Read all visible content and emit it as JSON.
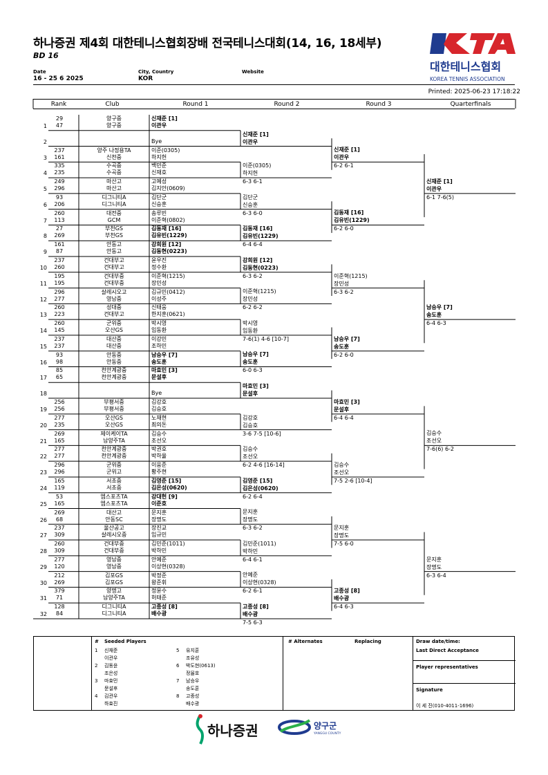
{
  "header": {
    "title": "하나증권 제4회 대한테니스협회장배 전국테니스대회(14, 16, 18세부)",
    "subtitle": "BD 16",
    "date_label": "Date",
    "date_value": "16 - 25 6 2025",
    "city_label": "City, Country",
    "city_value": "KOR",
    "website_label": "Website",
    "printed": "Printed: 2025-06-23 17:18:22",
    "logo_mark": "KTA",
    "logo_name": "대한테니스협회",
    "logo_sub": "KOREA TENNIS ASSOCIATION"
  },
  "columns": [
    "Rank",
    "Club",
    "Round 1",
    "Round 2",
    "Round 3",
    "Quarterfinals"
  ],
  "entries": [
    {
      "num": "1",
      "r1": "29",
      "c1": "양구중",
      "p1": "신재준 [1]",
      "r2": "47",
      "c2": "양구중",
      "p2": "이관우",
      "bold": true
    },
    {
      "num": "2",
      "r1": "",
      "c1": "",
      "p1": "",
      "r2": "",
      "c2": "",
      "p2": "Bye",
      "bold": false
    },
    {
      "num": "3",
      "r1": "237",
      "c1": "양주 나정용TA",
      "p1": "이준(0305)",
      "r2": "161",
      "c2": "신천중",
      "p2": "하지헌",
      "bold": false
    },
    {
      "num": "4",
      "r1": "335",
      "c1": "수곡중",
      "p1": "백민준",
      "r2": "235",
      "c2": "수곡중",
      "p2": "신재호",
      "bold": false
    },
    {
      "num": "5",
      "r1": "249",
      "c1": "마산고",
      "p1": "고예성",
      "r2": "296",
      "c2": "마산고",
      "p2": "김지안(0609)",
      "bold": false
    },
    {
      "num": "6",
      "r1": "93",
      "c1": "디그니티A",
      "p1": "김단군",
      "r2": "206",
      "c2": "디그니티A",
      "p2": "신승훈",
      "bold": false
    },
    {
      "num": "7",
      "r1": "260",
      "c1": "대전중",
      "p1": "송루빈",
      "r2": "113",
      "c2": "GCM",
      "p2": "이준혁(0802)",
      "bold": false
    },
    {
      "num": "8",
      "r1": "27",
      "c1": "부천GS",
      "p1": "김동재 [16]",
      "r2": "269",
      "c2": "부천GS",
      "p2": "김유빈(1229)",
      "bold": true
    },
    {
      "num": "9",
      "r1": "161",
      "c1": "안동고",
      "p1": "강희원 [12]",
      "r2": "87",
      "c2": "안동고",
      "p2": "김동현(0223)",
      "bold": true
    },
    {
      "num": "10",
      "r1": "237",
      "c1": "건대부고",
      "p1": "윤우진",
      "r2": "260",
      "c2": "건대부고",
      "p2": "정수환",
      "bold": false
    },
    {
      "num": "11",
      "r1": "195",
      "c1": "건대부중",
      "p1": "이준혁(1215)",
      "r2": "195",
      "c2": "건대부중",
      "p2": "장민성",
      "bold": false
    },
    {
      "num": "12",
      "r1": "296",
      "c1": "살레시오고",
      "p1": "김규민(0412)",
      "r2": "277",
      "c2": "영남중",
      "p2": "이성주",
      "bold": false
    },
    {
      "num": "13",
      "r1": "260",
      "c1": "성대중",
      "p1": "신태웅",
      "r2": "223",
      "c2": "건대부고",
      "p2": "한지훈(0621)",
      "bold": false
    },
    {
      "num": "14",
      "r1": "260",
      "c1": "군위중",
      "p1": "박시영",
      "r2": "145",
      "c2": "오산GS",
      "p2": "임동환",
      "bold": false
    },
    {
      "num": "15",
      "r1": "237",
      "c1": "대산중",
      "p1": "이강민",
      "r2": "237",
      "c2": "대산중",
      "p2": "조하민",
      "bold": false
    },
    {
      "num": "16",
      "r1": "93",
      "c1": "안동중",
      "p1": "남승우 [7]",
      "r2": "98",
      "c2": "안동중",
      "p2": "송도훈",
      "bold": true
    },
    {
      "num": "17",
      "r1": "85",
      "c1": "천안계광중",
      "p1": "마효민 [3]",
      "r2": "65",
      "c2": "천안계광중",
      "p2": "문설후",
      "bold": true
    },
    {
      "num": "18",
      "r1": "",
      "c1": "",
      "p1": "",
      "r2": "",
      "c2": "",
      "p2": "Bye",
      "bold": false
    },
    {
      "num": "19",
      "r1": "256",
      "c1": "부평서중",
      "p1": "김강호",
      "r2": "256",
      "c2": "부평서중",
      "p2": "김승호",
      "bold": false
    },
    {
      "num": "20",
      "r1": "277",
      "c1": "오산GS",
      "p1": "노재현",
      "r2": "235",
      "c2": "오산GS",
      "p2": "최의돈",
      "bold": false
    },
    {
      "num": "21",
      "r1": "269",
      "c1": "제이케이TA",
      "p1": "김승수",
      "r2": "165",
      "c2": "남양주TA",
      "p2": "조선오",
      "bold": false
    },
    {
      "num": "22",
      "r1": "277",
      "c1": "천안계광중",
      "p1": "박권호",
      "r2": "277",
      "c2": "천안계광중",
      "p2": "박하율",
      "bold": false
    },
    {
      "num": "23",
      "r1": "296",
      "c1": "군위중",
      "p1": "이웅준",
      "r2": "296",
      "c2": "군위고",
      "p2": "황주현",
      "bold": false
    },
    {
      "num": "24",
      "r1": "165",
      "c1": "서초중",
      "p1": "김영준 [15]",
      "r2": "119",
      "c2": "서초중",
      "p2": "김은성(0620)",
      "bold": true
    },
    {
      "num": "25",
      "r1": "53",
      "c1": "엠스포츠TA",
      "p1": "강대헌 [9]",
      "r2": "165",
      "c2": "엠스포츠TA",
      "p2": "이준호",
      "bold": true
    },
    {
      "num": "26",
      "r1": "269",
      "c1": "대산고",
      "p1": "문지훈",
      "r2": "68",
      "c2": "안동SC",
      "p2": "장명도",
      "bold": false
    },
    {
      "num": "27",
      "r1": "237",
      "c1": "울산공고",
      "p1": "장진교",
      "r2": "309",
      "c2": "살레시오중",
      "p2": "임규민",
      "bold": false
    },
    {
      "num": "28",
      "r1": "260",
      "c1": "건대부중",
      "p1": "김민준(1011)",
      "r2": "309",
      "c2": "건대부중",
      "p2": "박하민",
      "bold": false
    },
    {
      "num": "29",
      "r1": "277",
      "c1": "영남중",
      "p1": "안예준",
      "r2": "120",
      "c2": "영남중",
      "p2": "이상현(0328)",
      "bold": false
    },
    {
      "num": "30",
      "r1": "212",
      "c1": "김포GS",
      "p1": "박정준",
      "r2": "269",
      "c2": "김포GS",
      "p2": "왕준휘",
      "bold": false
    },
    {
      "num": "31",
      "r1": "379",
      "c1": "양명고",
      "p1": "정윤수",
      "r2": "71",
      "c2": "남양주TA",
      "p2": "허태준",
      "bold": false
    },
    {
      "num": "32",
      "r1": "128",
      "c1": "디그니티A",
      "p1": "고종성 [8]",
      "r2": "84",
      "c2": "디그니티A",
      "p2": "배수광",
      "bold": true
    }
  ],
  "round2": [
    {
      "a": "신재준 [1]",
      "b": "이관우",
      "score": "",
      "bold": true
    },
    {
      "a": "이준(0305)",
      "b": "하지헌",
      "score": "6-3 6-1",
      "bold": false
    },
    {
      "a": "김단군",
      "b": "신승훈",
      "score": "6-3 6-0",
      "bold": false
    },
    {
      "a": "김동재 [16]",
      "b": "김유빈(1229)",
      "score": "6-4 6-4",
      "bold": true
    },
    {
      "a": "강희원 [12]",
      "b": "김동현(0223)",
      "score": "6-3 6-2",
      "bold": true
    },
    {
      "a": "이준혁(1215)",
      "b": "장민성",
      "score": "6-2 6-2",
      "bold": false
    },
    {
      "a": "박시영",
      "b": "임동환",
      "score": "7-6(1) 4-6 [10-7]",
      "bold": false
    },
    {
      "a": "남승우 [7]",
      "b": "송도훈",
      "score": "6-0 6-3",
      "bold": true
    },
    {
      "a": "마효민 [3]",
      "b": "문설후",
      "score": "",
      "bold": true
    },
    {
      "a": "김강호",
      "b": "김승호",
      "score": "3-6 7-5 [10-6]",
      "bold": false
    },
    {
      "a": "김승수",
      "b": "조선오",
      "score": "6-2 4-6 [16-14]",
      "bold": false
    },
    {
      "a": "김영준 [15]",
      "b": "김은성(0620)",
      "score": "6-2 6-4",
      "bold": true
    },
    {
      "a": "문지훈",
      "b": "장명도",
      "score": "6-3 6-2",
      "bold": false
    },
    {
      "a": "김민준(1011)",
      "b": "박하민",
      "score": "6-4 6-1",
      "bold": false
    },
    {
      "a": "안예준",
      "b": "이상현(0328)",
      "score": "6-2 6-1",
      "bold": false
    },
    {
      "a": "고종성 [8]",
      "b": "배수광",
      "score": "7-5 6-3",
      "bold": true
    }
  ],
  "round3": [
    {
      "a": "신재준 [1]",
      "b": "이관우",
      "score": "6-2 6-1",
      "bold": true
    },
    {
      "a": "김동재 [16]",
      "b": "김유빈(1229)",
      "score": "6-2 6-0",
      "bold": true
    },
    {
      "a": "이준혁(1215)",
      "b": "장민성",
      "score": "6-3 6-2",
      "bold": false
    },
    {
      "a": "남승우 [7]",
      "b": "송도훈",
      "score": "6-2 6-0",
      "bold": true
    },
    {
      "a": "마효민 [3]",
      "b": "문설후",
      "score": "6-4 6-4",
      "bold": true
    },
    {
      "a": "김승수",
      "b": "조선오",
      "score": "7-5 2-6 [10-4]",
      "bold": false
    },
    {
      "a": "문지훈",
      "b": "장명도",
      "score": "7-5 6-0",
      "bold": false
    },
    {
      "a": "고종성 [8]",
      "b": "배수광",
      "score": "6-4 6-3",
      "bold": true
    }
  ],
  "quarterfinals": [
    {
      "a": "신재준 [1]",
      "b": "이관우",
      "score": "6-1 7-6(5)",
      "bold": true
    },
    {
      "a": "남승우 [7]",
      "b": "송도훈",
      "score": "6-4 6-3",
      "bold": true
    },
    {
      "a": "김승수",
      "b": "조선오",
      "score": "7-6(6) 6-2",
      "bold": false
    },
    {
      "a": "문지훈",
      "b": "장명도",
      "score": "6-3 6-4",
      "bold": false
    }
  ],
  "footer": {
    "seeded_title": "Seeded Players",
    "hash": "#",
    "seeds": [
      {
        "n": "1",
        "a": "신재준",
        "b": "이관우"
      },
      {
        "n": "2",
        "a": "김동윤",
        "b": "조은성"
      },
      {
        "n": "3",
        "a": "마효민",
        "b": "문설후"
      },
      {
        "n": "4",
        "a": "김관우",
        "b": "하효진"
      },
      {
        "n": "5",
        "a": "유지훈",
        "b": "조유성"
      },
      {
        "n": "6",
        "a": "박도현(0613)",
        "b": "정율호"
      },
      {
        "n": "7",
        "a": "남승우",
        "b": "송도훈"
      },
      {
        "n": "8",
        "a": "고종성",
        "b": "배수광"
      }
    ],
    "alternates": "# Alternates",
    "replacing": "Replacing",
    "draw_date": "Draw date/time:",
    "last_direct": "Last Direct Acceptance",
    "player_reps": "Player representatives",
    "signature": "Signature",
    "signer": "이 세 진(010-4011-1696)"
  },
  "sponsors": {
    "hana": "하나증권",
    "yanggu": "양구군",
    "yanggu_sub": "YANGGU COUNTY"
  },
  "colors": {
    "kta_red": "#d7262c",
    "kta_blue": "#1f3b8f",
    "hana_green": "#00a36c"
  }
}
